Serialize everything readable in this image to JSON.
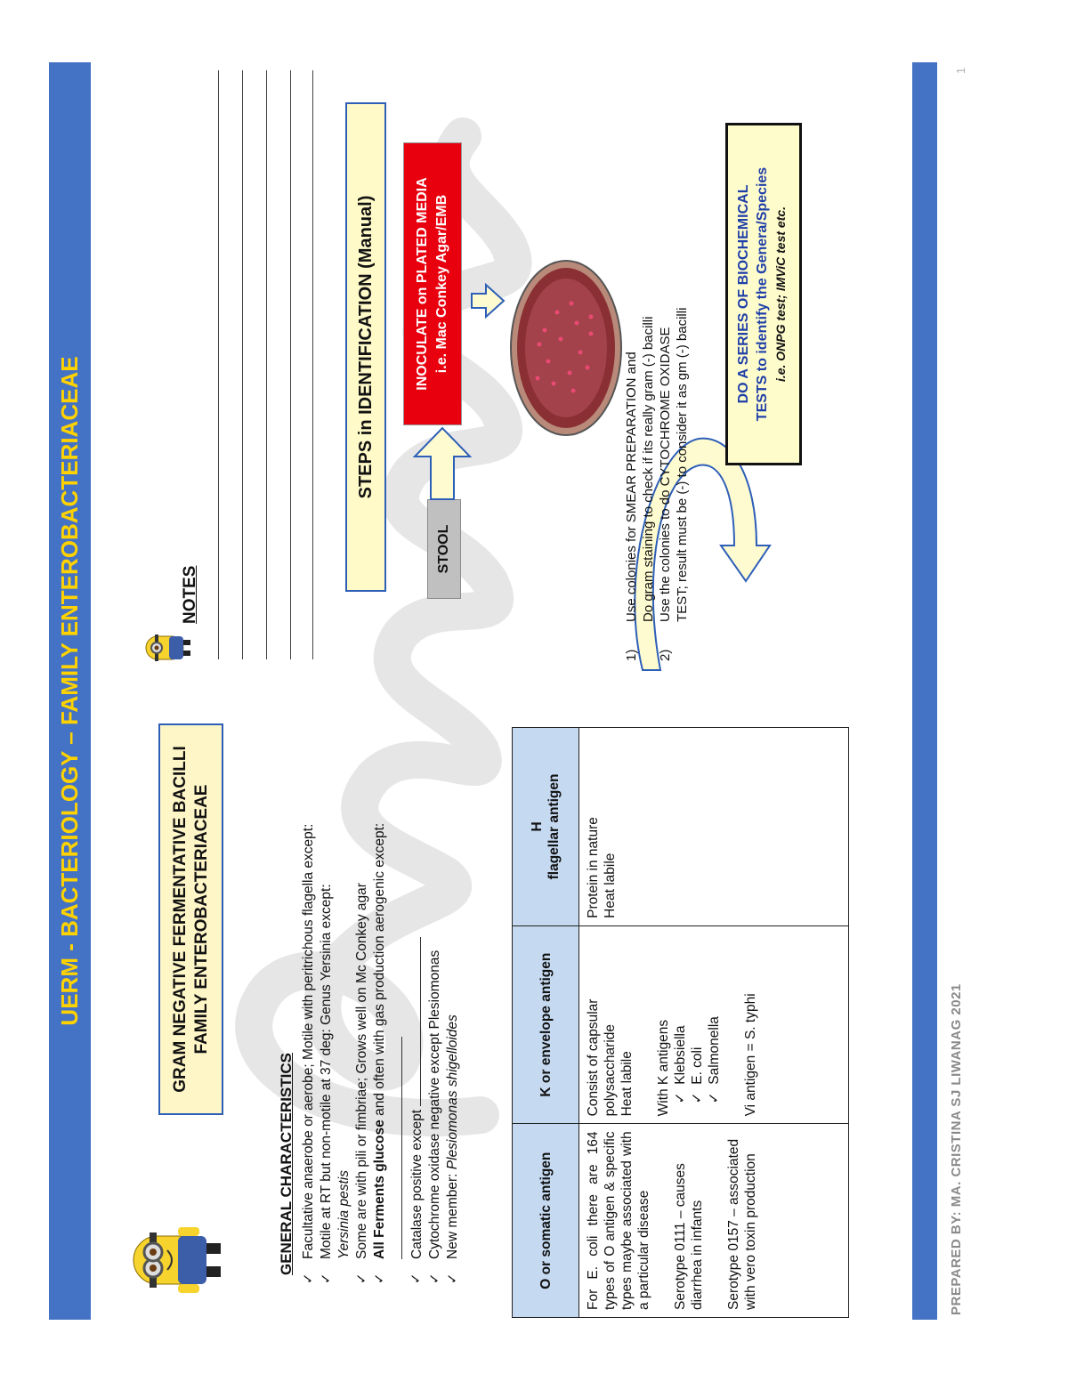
{
  "page": {
    "title": "UERM - BACTERIOLOGY – FAMILY ENTEROBACTERIACEAE",
    "footer": "PREPARED BY: MA. CRISTINA SJ LIWANAG 2021",
    "page_number": "1"
  },
  "colors": {
    "title_bar": "#4472c4",
    "title_text": "#ffd200",
    "inoculate_box": "#e8000f",
    "table_header": "#c5d9f1"
  },
  "heading": {
    "line1": "GRAM NEGATIVE FERMENTATIVE BACILLI",
    "line2": "FAMILY ENTEROBACTERIACEAE"
  },
  "general": {
    "title": "GENERAL CHARACTERISTICS",
    "items": [
      {
        "pre": "Facultative anaerobe or aerobe; Motile with peritrichous flagella except:"
      },
      {
        "pre": "Motile at RT but non-motile at 37 deg: Genus Yersinia except:",
        "italic": "Yersinia pestis"
      },
      {
        "pre": "Some are with pili or fimbriae; Grows well on Mc Conkey agar"
      },
      {
        "bold": "All Ferments glucose",
        "post": " and often with gas production aerogenic except:"
      },
      {
        "pre": "Catalase positive except"
      },
      {
        "pre": "Cytochrome oxidase negative except Plesiomonas"
      },
      {
        "pre": "New member: ",
        "italic": "Plesiomonas shigelloides"
      }
    ]
  },
  "table": {
    "headers": [
      "O or somatic antigen",
      "K or envelope antigen",
      "H",
      "flagellar antigen"
    ],
    "o": {
      "p1": "For E. coli there are 164 types of O antigen & specific types maybe associated with a particular disease",
      "p2": "Serotype 0111 – causes diarrhea in infants",
      "p3": "Serotype 0157 – associated with vero toxin production"
    },
    "k": {
      "p1a": "Consist of capsular",
      "p1b": "polysaccharide",
      "p1c": "Heat labile",
      "p2": "With K antigens",
      "list": [
        "Klebsiella",
        "E. coli",
        "Salmonella"
      ],
      "p3": "Vi antigen = S. typhi"
    },
    "h": {
      "p1": "Protein in nature",
      "p2": "Heat labile"
    }
  },
  "notes": {
    "label": "NOTES"
  },
  "steps": {
    "title": "STEPS in IDENTIFICATION (Manual)",
    "stool": "STOOL",
    "inoculate_line1": "INOCULATE on PLATED MEDIA",
    "inoculate_line2": "i.e. Mac Conkey Agar/EMB",
    "list": [
      {
        "num": "1)",
        "line1": "Use colonies for SMEAR PREPARATION and",
        "line2": "Do gram staining to check if its really gram (-) bacilli"
      },
      {
        "num": "2)",
        "line1": "Use the colonies to do CYTOCHROME OXIDASE",
        "line2": "TEST; result must be (-) to consider it as gm (-) bacilli"
      }
    ],
    "bio_line1": "DO A SERIES OF BIOCHEMICAL",
    "bio_line2": "TESTS to identify the Genera/Species",
    "bio_line3": "i.e. ONPG test; IMViC test etc."
  }
}
